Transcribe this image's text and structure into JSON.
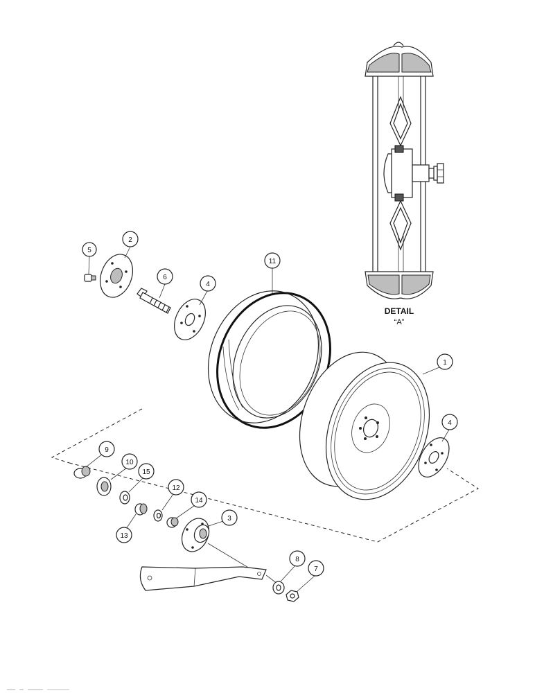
{
  "detail": {
    "title": "DETAIL",
    "subtitle": "“A”"
  },
  "callouts": {
    "c1": "1",
    "c2": "2",
    "c3": "3",
    "c4a": "4",
    "c4b": "4",
    "c5": "5",
    "c6": "6",
    "c7": "7",
    "c8": "8",
    "c9": "9",
    "c10": "10",
    "c11": "11",
    "c12": "12",
    "c13": "13",
    "c14": "14",
    "c15": "15"
  },
  "footer": {
    "code": ""
  }
}
